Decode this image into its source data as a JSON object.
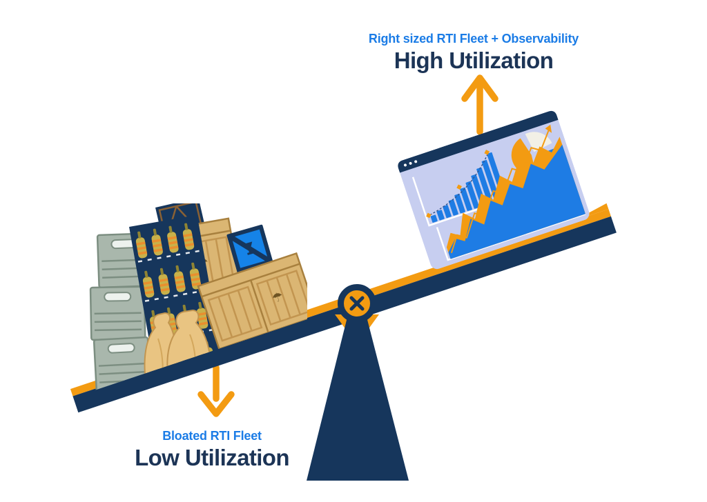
{
  "labels": {
    "right_side": {
      "caption": "Right sized RTI Fleet + Observability",
      "title": "High Utilization"
    },
    "left_side": {
      "caption": "Bloated RTI Fleet",
      "title": "Low Utilization"
    }
  },
  "colors": {
    "navy": "#16365C",
    "text_navy": "#1C3456",
    "blue": "#1B7CE6",
    "chart_blue": "#1E7CE4",
    "orange": "#F39B12",
    "screen": "#C7CEF0",
    "wood": "#DBB673",
    "crate_gray": "#A9B7AC",
    "sack_tan": "#E9C482",
    "pie_ivory": "#F2F0E6"
  },
  "laptop_dashboard": {
    "bar_chart": {
      "type": "bar",
      "heights": [
        10,
        14,
        18,
        23,
        28,
        34,
        40,
        47,
        54,
        62,
        70
      ],
      "color": "#1E7CE4",
      "trend": "increasing",
      "markers": [
        [
          20,
          88
        ],
        [
          75,
          63
        ],
        [
          129,
          28
        ]
      ],
      "marker_color": "#F39B12"
    },
    "pie_chart": {
      "type": "pie",
      "slices": [
        {
          "name": "slice-orange",
          "color": "#F39B12",
          "percent": 45
        },
        {
          "name": "slice-ivory",
          "color": "#F2F0E6",
          "percent": 27
        },
        {
          "name": "slice-blue",
          "color": "#1E7CE4",
          "percent": 28
        }
      ]
    },
    "area_chart": {
      "type": "area",
      "series": [
        "orange",
        "blue"
      ],
      "trend": "increasing"
    }
  }
}
